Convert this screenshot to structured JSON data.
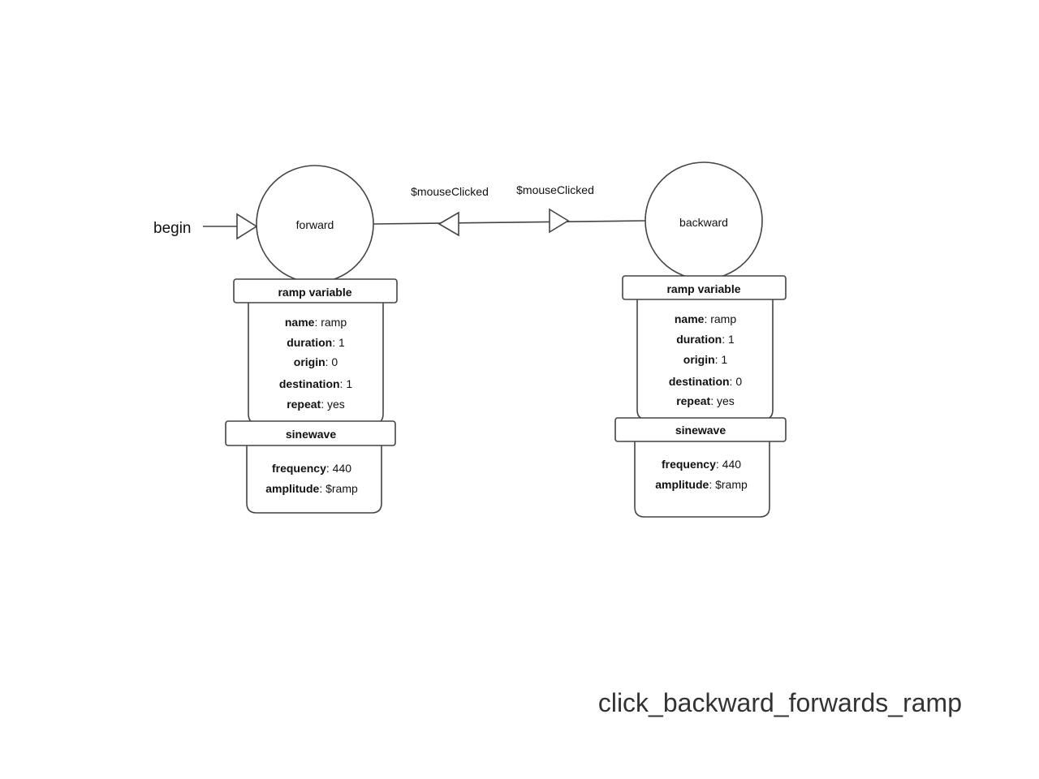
{
  "diagram": {
    "title": "click_backward_forwards_ramp",
    "start_label": "begin",
    "transitions": {
      "to_forward": "$mouseClicked",
      "to_backward": "$mouseClicked"
    },
    "states": {
      "forward": {
        "name": "forward",
        "ramp_header": "ramp variable",
        "ramp": [
          {
            "key": "name",
            "value": ": ramp"
          },
          {
            "key": "duration",
            "value": ": 1"
          },
          {
            "key": "origin",
            "value": ": 0"
          },
          {
            "key": "destination",
            "value": ": 1"
          },
          {
            "key": "repeat",
            "value": ": yes"
          }
        ],
        "sine_header": "sinewave",
        "sine": [
          {
            "key": "frequency",
            "value": ": 440"
          },
          {
            "key": "amplitude",
            "value": ": $ramp"
          }
        ]
      },
      "backward": {
        "name": "backward",
        "ramp_header": "ramp variable",
        "ramp": [
          {
            "key": "name",
            "value": ": ramp"
          },
          {
            "key": "duration",
            "value": ": 1"
          },
          {
            "key": "origin",
            "value": ": 1"
          },
          {
            "key": "destination",
            "value": ": 0"
          },
          {
            "key": "repeat",
            "value": ": yes"
          }
        ],
        "sine_header": "sinewave",
        "sine": [
          {
            "key": "frequency",
            "value": ": 440"
          },
          {
            "key": "amplitude",
            "value": ": $ramp"
          }
        ]
      }
    }
  }
}
